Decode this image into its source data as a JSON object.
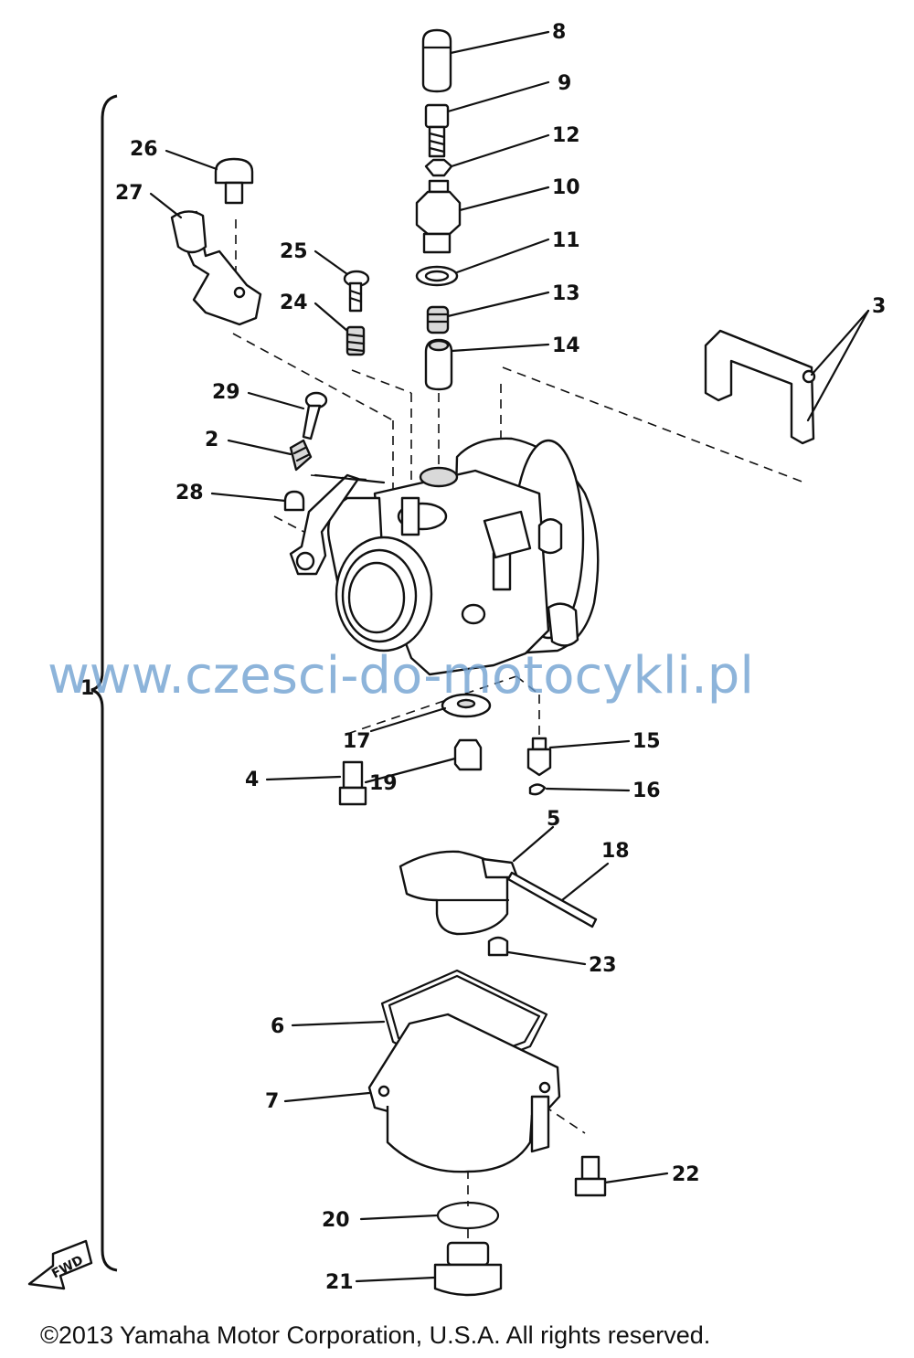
{
  "labels": {
    "l1": "1",
    "l2": "2",
    "l3": "3",
    "l4": "4",
    "l5": "5",
    "l6": "6",
    "l7": "7",
    "l8": "8",
    "l9": "9",
    "l10": "10",
    "l11": "11",
    "l12": "12",
    "l13": "13",
    "l14": "14",
    "l15": "15",
    "l16": "16",
    "l17": "17",
    "l18": "18",
    "l19": "19",
    "l20": "20",
    "l21": "21",
    "l22": "22",
    "l23": "23",
    "l24": "24",
    "l25": "25",
    "l26": "26",
    "l27": "27",
    "l28": "28",
    "l29": "29"
  },
  "fwd_label": "FWD",
  "watermark": "www.czesci-do-motocykli.pl",
  "copyright": "©2013 Yamaha Motor Corporation, U.S.A. All rights reserved."
}
